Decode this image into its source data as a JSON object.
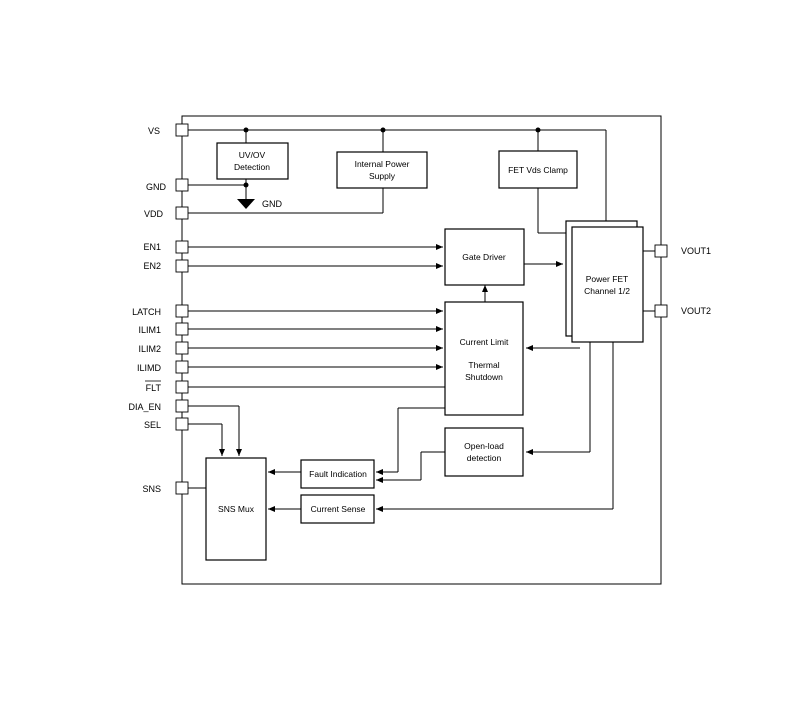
{
  "pins": {
    "vs": "VS",
    "gnd": "GND",
    "vdd": "VDD",
    "en1": "EN1",
    "en2": "EN2",
    "latch": "LATCH",
    "ilim1": "ILIM1",
    "ilim2": "ILIM2",
    "ilimd": "ILIMD",
    "flt": "FLT",
    "dia_en": "DIA_EN",
    "sel": "SEL",
    "sns": "SNS",
    "vout1": "VOUT1",
    "vout2": "VOUT2"
  },
  "ground_label": "GND",
  "blocks": {
    "uvov": [
      "UV/OV",
      "Detection"
    ],
    "internal_power": [
      "Internal Power",
      "Supply"
    ],
    "fet_clamp": [
      "FET Vds Clamp"
    ],
    "gate_driver": [
      "Gate Driver"
    ],
    "power_fet": [
      "Power FET",
      "Channel 1/2"
    ],
    "current_limit": [
      "Current Limit"
    ],
    "thermal": [
      "Thermal",
      "Shutdown"
    ],
    "open_load": [
      "Open-load",
      "detection"
    ],
    "fault_indication": [
      "Fault Indication"
    ],
    "current_sense": [
      "Current Sense"
    ],
    "sns_mux": [
      "SNS Mux"
    ]
  }
}
